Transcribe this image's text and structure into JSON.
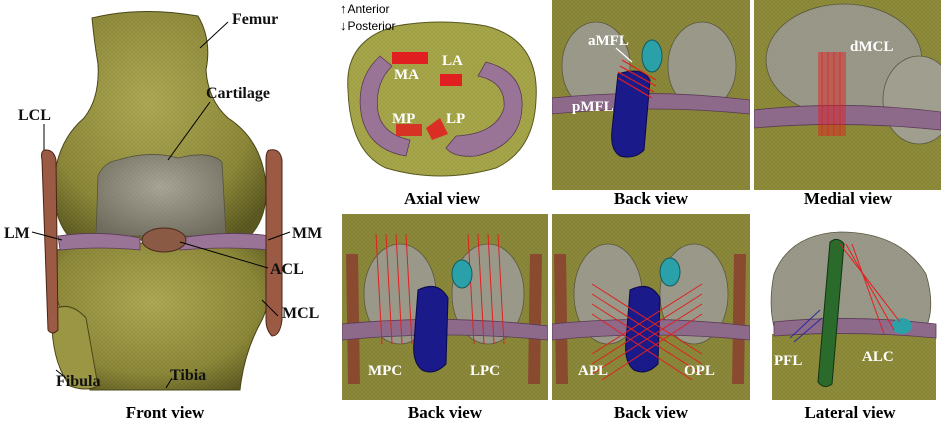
{
  "front_view": {
    "caption": "Front view",
    "labels": {
      "femur": "Femur",
      "cartilage": "Cartilage",
      "lcl": "LCL",
      "lm": "LM",
      "mm": "MM",
      "acl": "ACL",
      "mcl": "MCL",
      "fibula": "Fibula",
      "tibia": "Tibia"
    }
  },
  "axial_view": {
    "caption": "Axial view",
    "direction_anterior": "Anterior",
    "direction_posterior": "Posterior",
    "labels": {
      "ma": "MA",
      "la": "LA",
      "mp": "MP",
      "lp": "LP"
    }
  },
  "back_view_mfl": {
    "caption": "Back view",
    "labels": {
      "amfl": "aMFL",
      "pmfl": "pMFL"
    }
  },
  "medial_view": {
    "caption": "Medial view",
    "labels": {
      "dmcl": "dMCL"
    }
  },
  "back_view_mpc_lpc": {
    "caption": "Back view",
    "labels": {
      "mpc": "MPC",
      "lpc": "LPC"
    }
  },
  "back_view_apl_opl": {
    "caption": "Back view",
    "labels": {
      "apl": "APL",
      "opl": "OPL"
    }
  },
  "lateral_view": {
    "caption": "Lateral view",
    "labels": {
      "pfl": "PFL",
      "alc": "ALC"
    }
  },
  "colors": {
    "bone": "#8f8c3a",
    "bone_light": "#a6a24a",
    "cartilage": "#8a8676",
    "meniscus": "#8e6a8a",
    "ligament": "#8a4a30",
    "acl": "#7a4a3a",
    "pcl_blue": "#1a1a8a",
    "teal": "#2aa0a8",
    "red": "#e02020",
    "green": "#2a6a2a"
  }
}
